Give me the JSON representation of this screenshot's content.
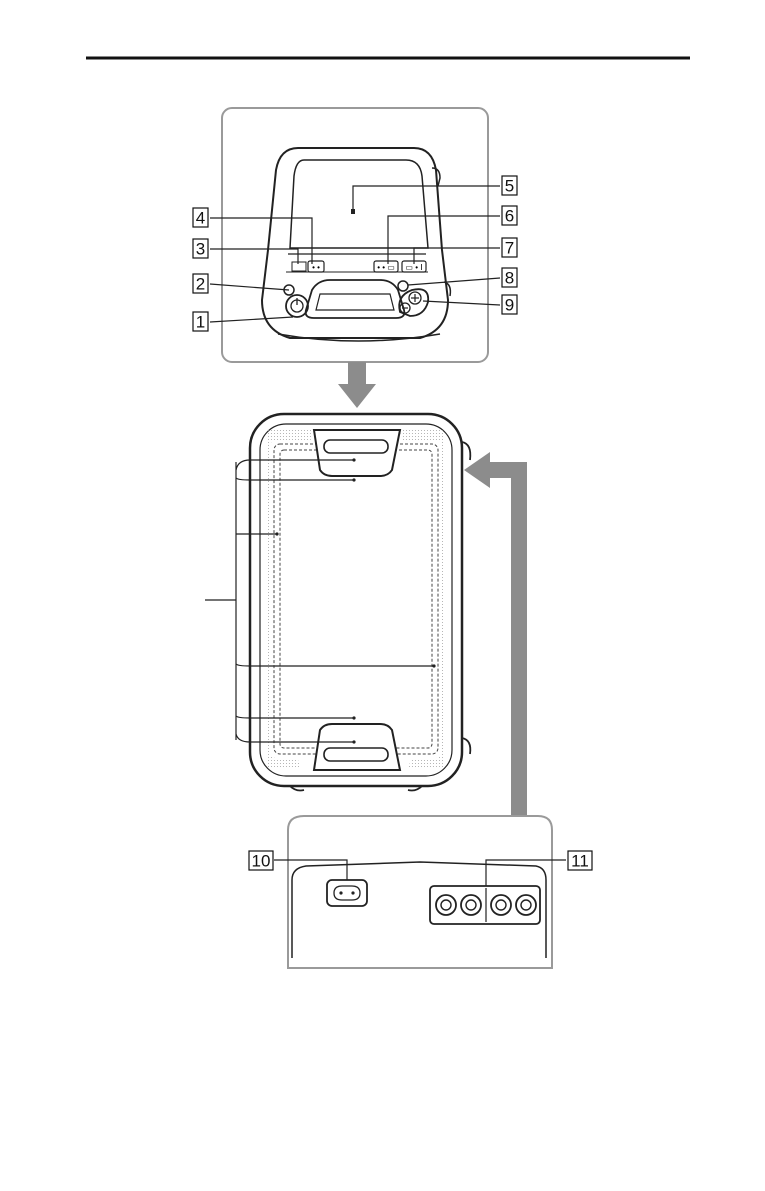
{
  "callouts": {
    "c1": "1",
    "c2": "2",
    "c3": "3",
    "c4": "4",
    "c5": "5",
    "c6": "6",
    "c7": "7",
    "c8": "8",
    "c9": "9",
    "c10": "10",
    "c11": "11"
  },
  "colors": {
    "line": "#222222",
    "panel_border": "#9a9a9a",
    "arrow": "#8c8c8c",
    "grille": "#bfbfbf"
  }
}
